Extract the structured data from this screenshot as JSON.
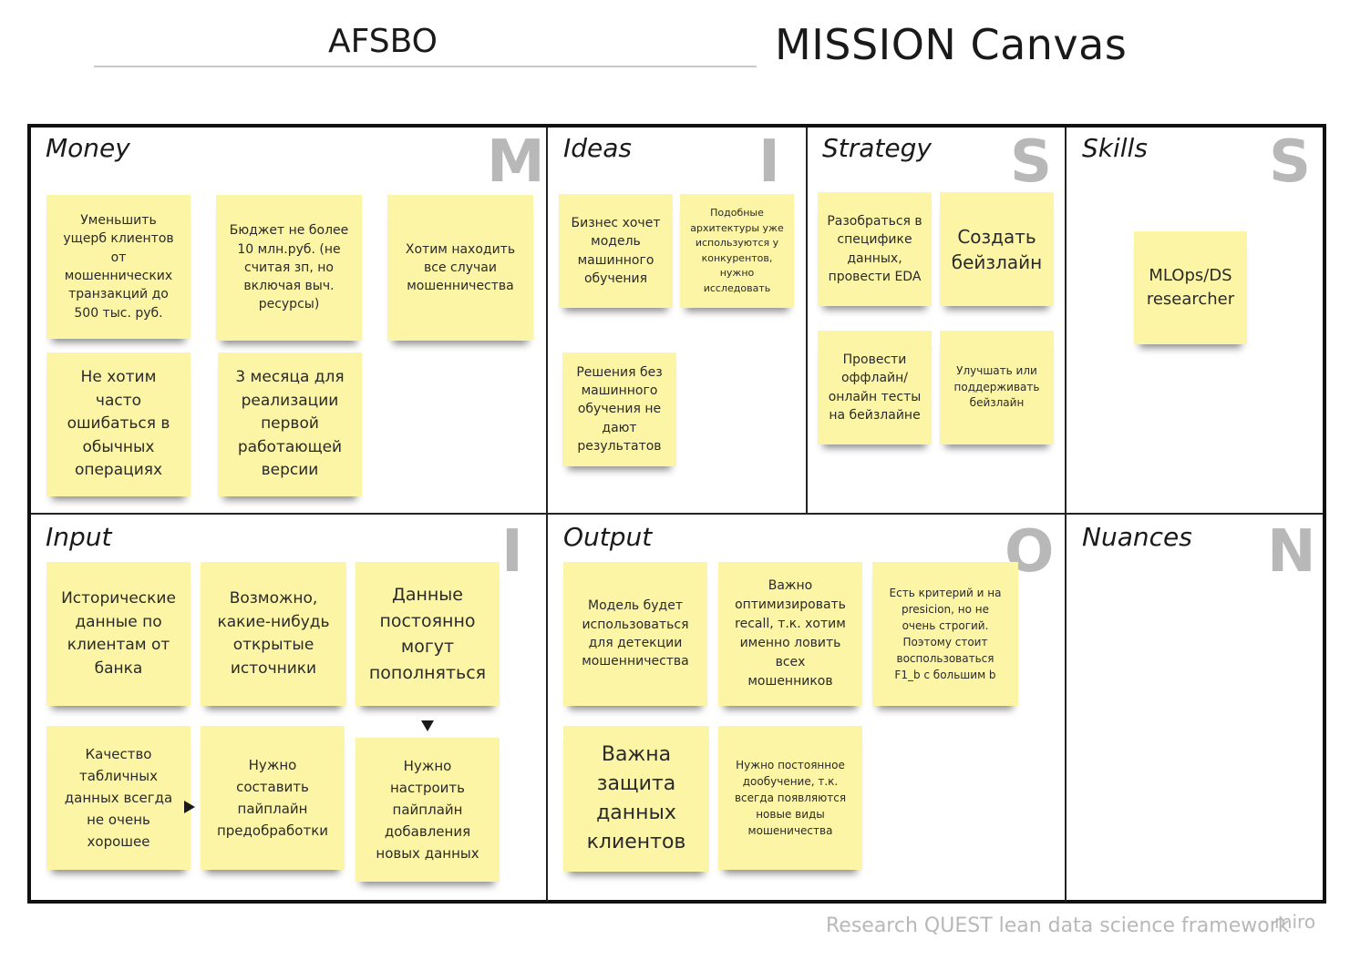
{
  "header": {
    "project_name": "AFSBO",
    "canvas_title": "MISSION Canvas"
  },
  "sections": {
    "money": {
      "title": "Money",
      "letter": "M"
    },
    "ideas": {
      "title": "Ideas",
      "letter": "I"
    },
    "strategy": {
      "title": "Strategy",
      "letter": "S"
    },
    "skills": {
      "title": "Skills",
      "letter": "S"
    },
    "input": {
      "title": "Input",
      "letter": "I"
    },
    "output": {
      "title": "Output",
      "letter": "O"
    },
    "nuances": {
      "title": "Nuances",
      "letter": "N"
    }
  },
  "notes": {
    "money_1": "Уменьшить\nущерб клиентов\nот\nмошеннических\nтранзакций до\n500 тыс. руб.",
    "money_2": "Бюджет не более\n10 млн.руб. (не\nсчитая зп, но\nвключая выч.\nресурсы)",
    "money_3": "Хотим находить\nвсе случаи\nмошенничества",
    "money_4": "Не хотим\nчасто\nошибаться в\nобычных\nоперациях",
    "money_5": "3 месяца для\nреализации\nпервой\nработающей\nверсии",
    "ideas_1": "Бизнес хочет\nмодель\nмашинного\nобучения",
    "ideas_2": "Подобные\nархитектуры уже\nиспользуются у\nконкурентов,\nнужно\nисследовать",
    "ideas_3": "Решения без\nмашинного\nобучения не\nдают\nрезультатов",
    "strategy_1": "Разобраться в\nспецифике\nданных,\nпровести EDA",
    "strategy_2": "Создать\nбейзлайн",
    "strategy_3": "Провести\nоффлайн/\nонлайн тесты\nна бейзлайне",
    "strategy_4": "Улучшать или\nподдерживать\nбейзлайн",
    "skills_1": "MLOps/DS\nresearcher",
    "input_1": "Исторические\nданные по\nклиентам от\nбанка",
    "input_2": "Возможно,\nкакие-нибудь\nоткрытые\nисточники",
    "input_3": "Данные\nпостоянно\nмогут\nпополняться",
    "input_4": "Качество\nтабличных\nданных всегда\nне очень\nхорошее",
    "input_5": "Нужно\nсоставить\nпайплайн\nпредобработки",
    "input_6": "Нужно\nнастроить\nпайплайн\nдобавления\nновых данных",
    "output_1": "Модель будет\nиспользоваться\nдля детекции\nмошенничества",
    "output_2": "Важно\nоптимизировать\nrecall, т.к. хотим\nименно ловить\nвсех\nмошенников",
    "output_3": "Есть критерий и на\npresicion, но не\nочень строгий.\nПоэтому стоит\nвоспользоваться\nF1_b с большим b",
    "output_4": "Важна\nзащита\nданных\nклиентов",
    "output_5": "Нужно постоянное\nдообучение, т.к.\nвсегда появляются\nновые виды\nмошеничества"
  },
  "footer": {
    "framework": "Research QUEST lean data science framework",
    "brand": "miro"
  }
}
